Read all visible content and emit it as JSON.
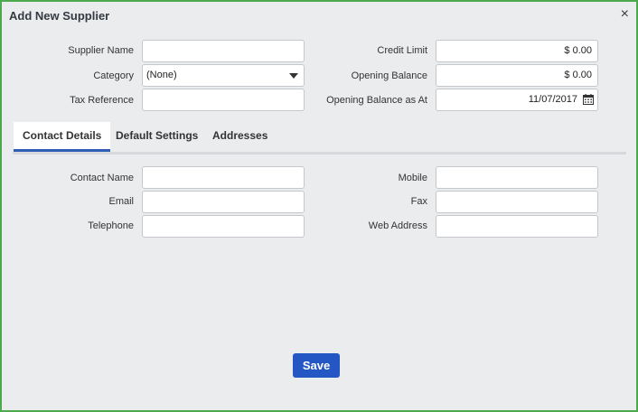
{
  "dialog": {
    "title": "Add New Supplier",
    "close_glyph": "×",
    "accent_color": "#2557c4",
    "border_color": "#4caa4c"
  },
  "form": {
    "supplier_name": {
      "label": "Supplier Name",
      "value": ""
    },
    "category": {
      "label": "Category",
      "value": "(None)"
    },
    "tax_reference": {
      "label": "Tax Reference",
      "value": ""
    },
    "credit_limit": {
      "label": "Credit Limit",
      "value": "$ 0.00"
    },
    "opening_balance": {
      "label": "Opening Balance",
      "value": "$ 0.00"
    },
    "opening_balance_as_at": {
      "label": "Opening Balance as At",
      "value": "11/07/2017"
    }
  },
  "tabs": [
    {
      "label": "Contact Details",
      "active": true
    },
    {
      "label": "Default Settings",
      "active": false
    },
    {
      "label": "Addresses",
      "active": false
    }
  ],
  "contact": {
    "contact_name": {
      "label": "Contact Name",
      "value": ""
    },
    "email": {
      "label": "Email",
      "value": ""
    },
    "telephone": {
      "label": "Telephone",
      "value": ""
    },
    "mobile": {
      "label": "Mobile",
      "value": ""
    },
    "fax": {
      "label": "Fax",
      "value": ""
    },
    "web_address": {
      "label": "Web Address",
      "value": ""
    }
  },
  "actions": {
    "save_label": "Save"
  },
  "icons": {
    "close": "close-icon",
    "calendar": "calendar-icon",
    "dropdown": "chevron-down-icon"
  }
}
